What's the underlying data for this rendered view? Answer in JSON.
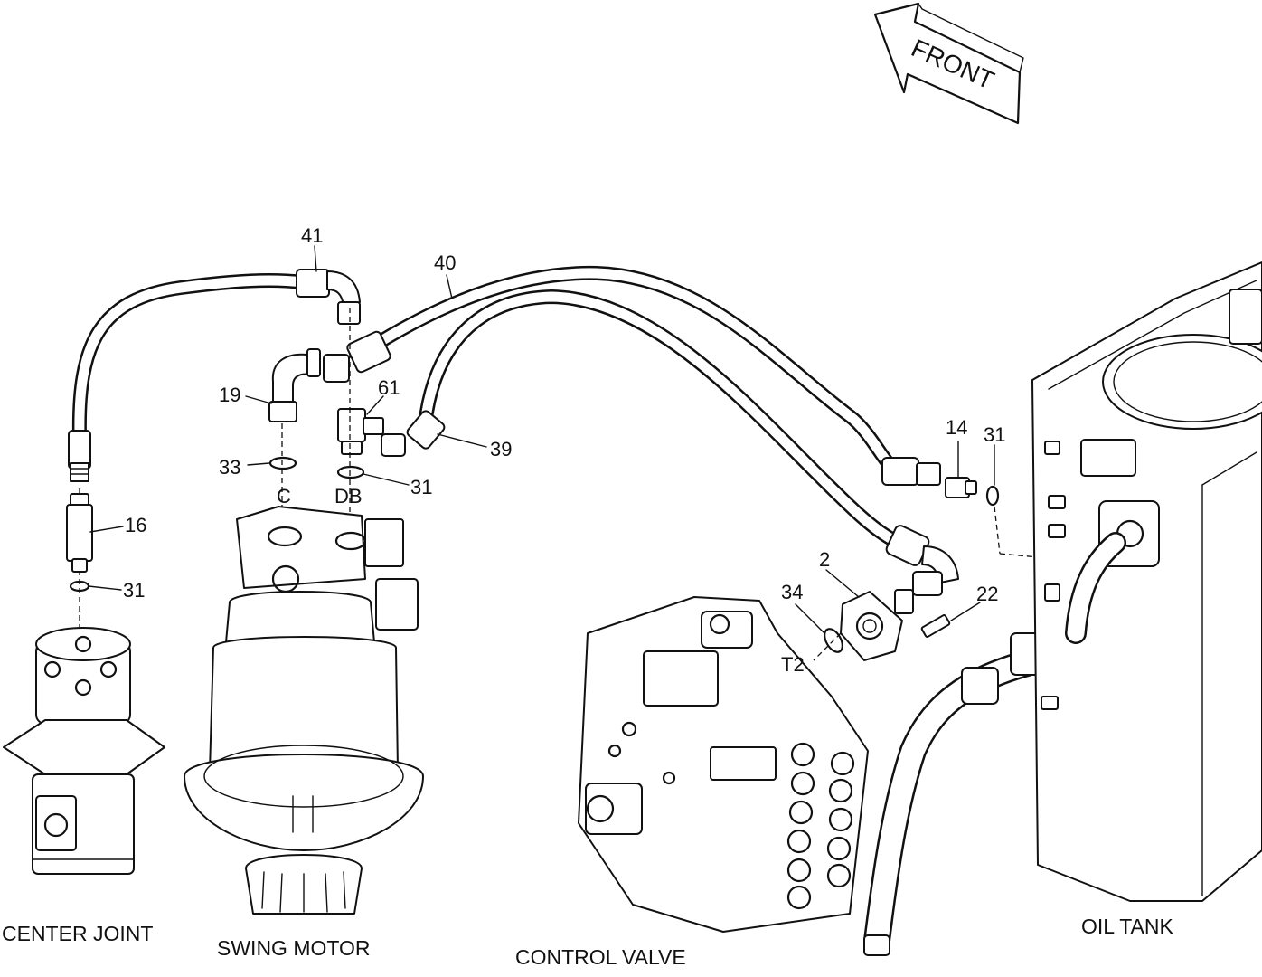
{
  "direction_arrow": {
    "label": "FRONT"
  },
  "callouts": {
    "part_41": "41",
    "part_40": "40",
    "part_19": "19",
    "part_61": "61",
    "part_39": "39",
    "part_33": "33",
    "part_31_tee": "31",
    "part_16": "16",
    "part_31_joint": "31",
    "part_14": "14",
    "part_31_tank": "31",
    "part_2": "2",
    "part_34": "34",
    "part_22": "22"
  },
  "port_labels": {
    "port_c": "C",
    "port_db": "DB",
    "port_t2": "T2"
  },
  "captions": {
    "center_joint": "CENTER JOINT",
    "swing_motor": "SWING MOTOR",
    "control_valve": "CONTROL VALVE",
    "oil_tank": "OIL TANK"
  },
  "colors": {
    "line": "#111111",
    "background": "#ffffff"
  }
}
